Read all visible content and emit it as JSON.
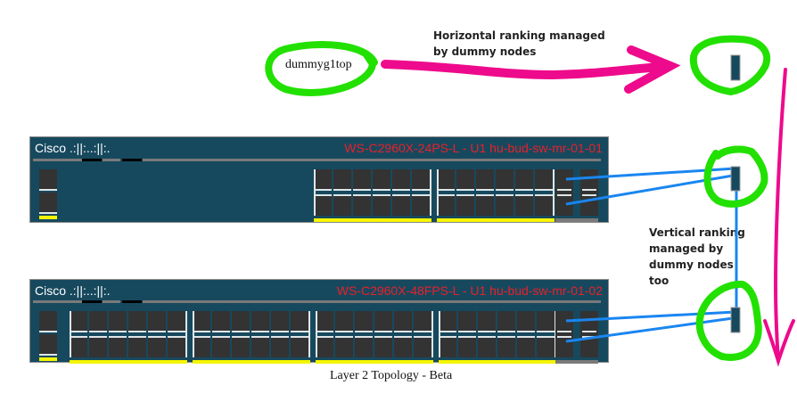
{
  "annotations": {
    "horizontal_note": [
      "Horizontal ranking managed",
      "by dummy nodes"
    ],
    "vertical_note": [
      "Vertical ranking",
      "managed by",
      "dummy nodes",
      "too"
    ]
  },
  "dummy_node": {
    "label": "dummyg1top"
  },
  "switches": [
    {
      "brand": "Cisco .:||:..:||:.",
      "model": "WS-C2960X-24PS-L - U1 hu-bud-sw-mr-01-01",
      "port_groups": 2
    },
    {
      "brand": "Cisco .:||:..:||:.",
      "model": "WS-C2960X-48FPS-L - U1 hu-bud-sw-mr-01-02",
      "port_groups": 4
    }
  ],
  "caption": "Layer 2 Topology - Beta",
  "colors": {
    "switch_bg": "#17495e",
    "model_text": "#e8202a",
    "link": "#1a86f0",
    "highlight": "#22e000",
    "arrow": "#ee0a8c",
    "port": "#333333",
    "led": "#f5f500"
  }
}
